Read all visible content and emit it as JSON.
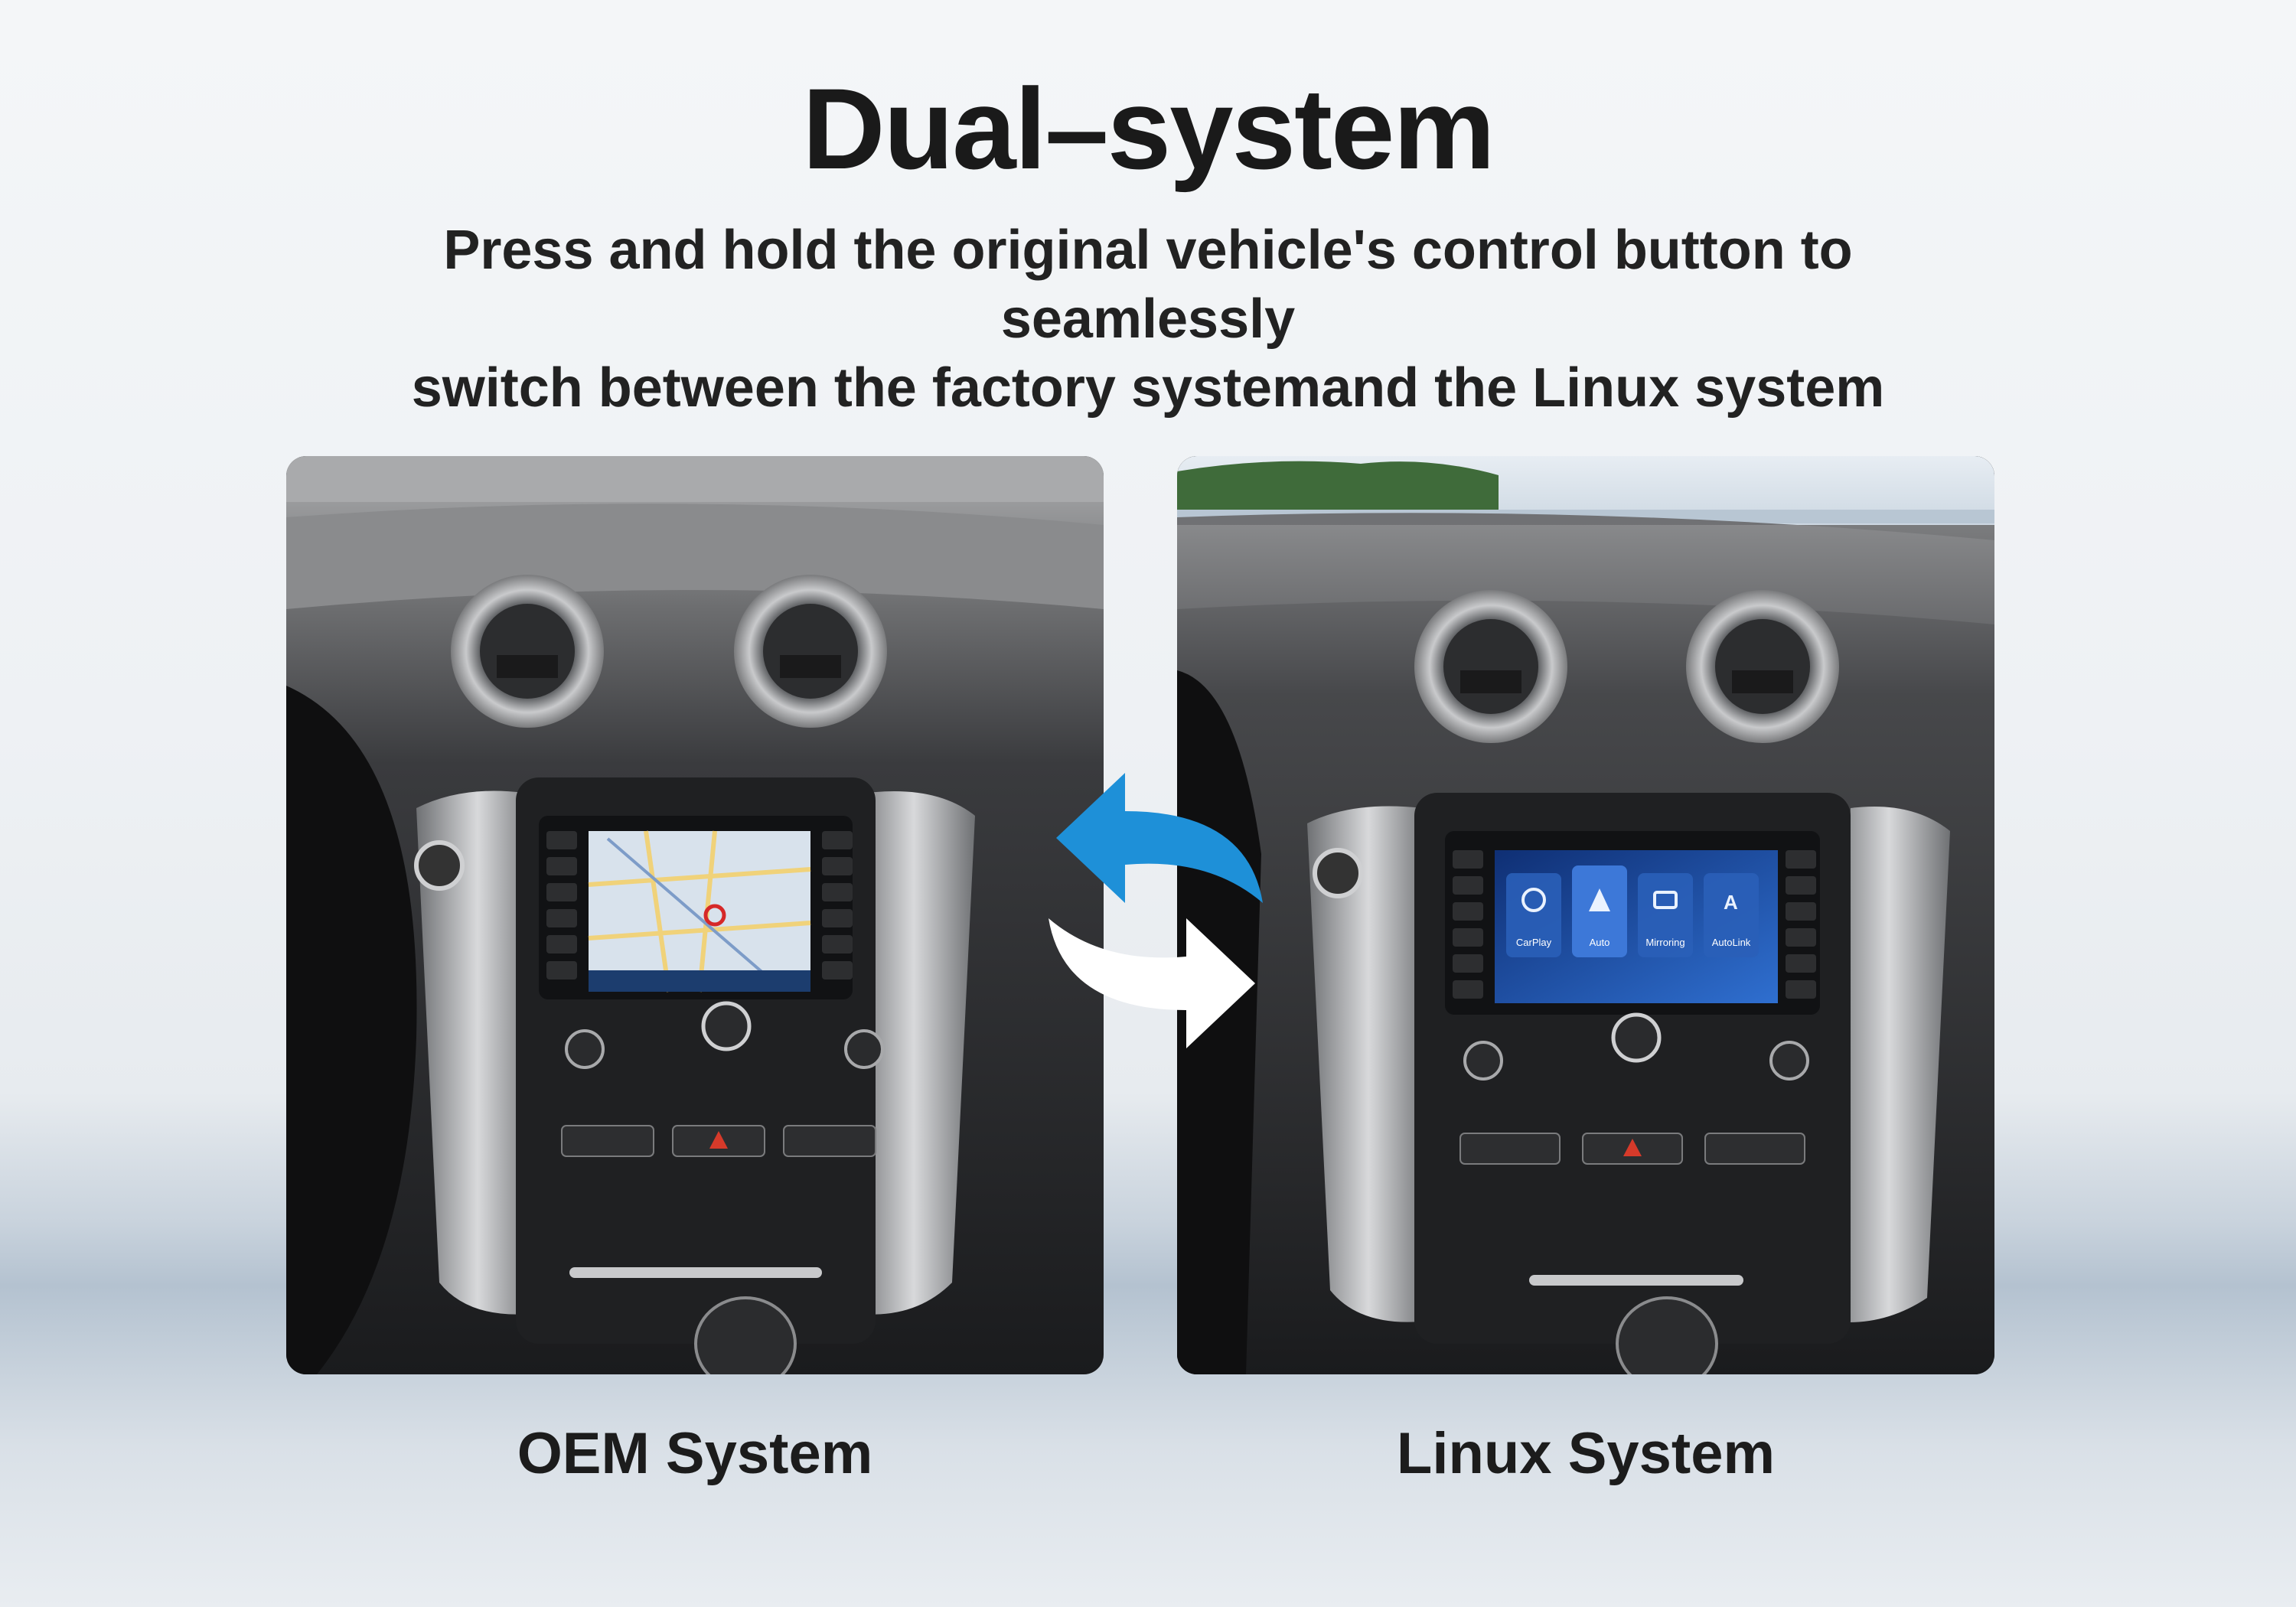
{
  "header": {
    "title": "Dual–system",
    "subtitle_line1": "Press and hold the original vehicle's control button to seamlessly",
    "subtitle_line2": "switch between the factory systemand the Linux system"
  },
  "panels": {
    "left": {
      "caption": "OEM System"
    },
    "right": {
      "caption": "Linux System",
      "apps": [
        "CarPlay",
        "Auto",
        "Mirroring",
        "AutoLink"
      ]
    }
  },
  "colors": {
    "arrow_blue": "#1e90d8",
    "arrow_white": "#ffffff",
    "screen_blue": "#1d4fa8"
  },
  "icons": {
    "switch_arrows": "swap-arrows-icon"
  }
}
